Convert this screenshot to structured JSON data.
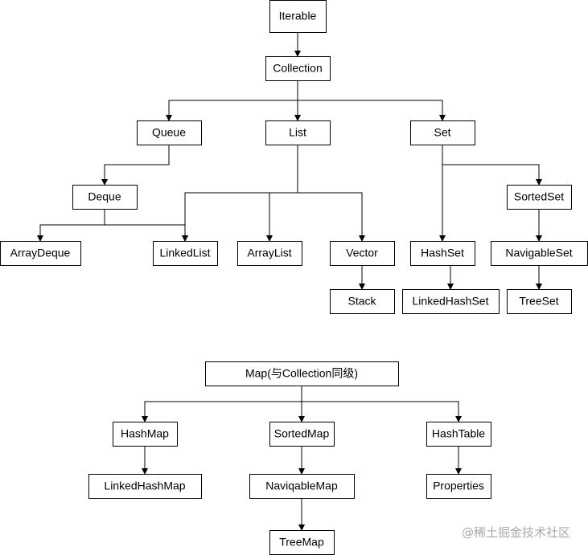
{
  "diagram": {
    "nodes": [
      {
        "id": "iterable",
        "label": "Iterable"
      },
      {
        "id": "collection",
        "label": "Collection"
      },
      {
        "id": "queue",
        "label": "Queue"
      },
      {
        "id": "list",
        "label": "List"
      },
      {
        "id": "set",
        "label": "Set"
      },
      {
        "id": "deque",
        "label": "Deque"
      },
      {
        "id": "sortedset",
        "label": "SortedSet"
      },
      {
        "id": "arraydeque",
        "label": "ArrayDeque"
      },
      {
        "id": "linkedlist",
        "label": "LinkedList"
      },
      {
        "id": "arraylist",
        "label": "ArrayList"
      },
      {
        "id": "vector",
        "label": "Vector"
      },
      {
        "id": "hashset",
        "label": "HashSet"
      },
      {
        "id": "navigableset",
        "label": "NavigableSet"
      },
      {
        "id": "stack",
        "label": "Stack"
      },
      {
        "id": "linkedhashset",
        "label": "LinkedHashSet"
      },
      {
        "id": "treeset",
        "label": "TreeSet"
      },
      {
        "id": "map",
        "label": "Map(与Collection同级)"
      },
      {
        "id": "hashmap",
        "label": "HashMap"
      },
      {
        "id": "sortedmap",
        "label": "SortedMap"
      },
      {
        "id": "hashtable",
        "label": "HashTable"
      },
      {
        "id": "linkedhashmap",
        "label": "LinkedHashMap"
      },
      {
        "id": "naviqablemap",
        "label": "NaviqableMap"
      },
      {
        "id": "properties",
        "label": "Properties"
      },
      {
        "id": "treemap",
        "label": "TreeMap"
      }
    ],
    "edges": [
      {
        "from": "iterable",
        "to": "collection"
      },
      {
        "from": "collection",
        "to": "queue"
      },
      {
        "from": "collection",
        "to": "list"
      },
      {
        "from": "collection",
        "to": "set"
      },
      {
        "from": "queue",
        "to": "deque"
      },
      {
        "from": "deque",
        "to": "arraydeque"
      },
      {
        "from": "deque",
        "to": "linkedlist"
      },
      {
        "from": "list",
        "to": "linkedlist"
      },
      {
        "from": "list",
        "to": "arraylist"
      },
      {
        "from": "list",
        "to": "vector"
      },
      {
        "from": "set",
        "to": "hashset"
      },
      {
        "from": "set",
        "to": "sortedset"
      },
      {
        "from": "sortedset",
        "to": "navigableset"
      },
      {
        "from": "vector",
        "to": "stack"
      },
      {
        "from": "hashset",
        "to": "linkedhashset"
      },
      {
        "from": "navigableset",
        "to": "treeset"
      },
      {
        "from": "map",
        "to": "hashmap"
      },
      {
        "from": "map",
        "to": "sortedmap"
      },
      {
        "from": "map",
        "to": "hashtable"
      },
      {
        "from": "hashmap",
        "to": "linkedhashmap"
      },
      {
        "from": "sortedmap",
        "to": "naviqablemap"
      },
      {
        "from": "naviqablemap",
        "to": "treemap"
      },
      {
        "from": "hashtable",
        "to": "properties"
      }
    ]
  },
  "watermark": "@稀土掘金技术社区"
}
